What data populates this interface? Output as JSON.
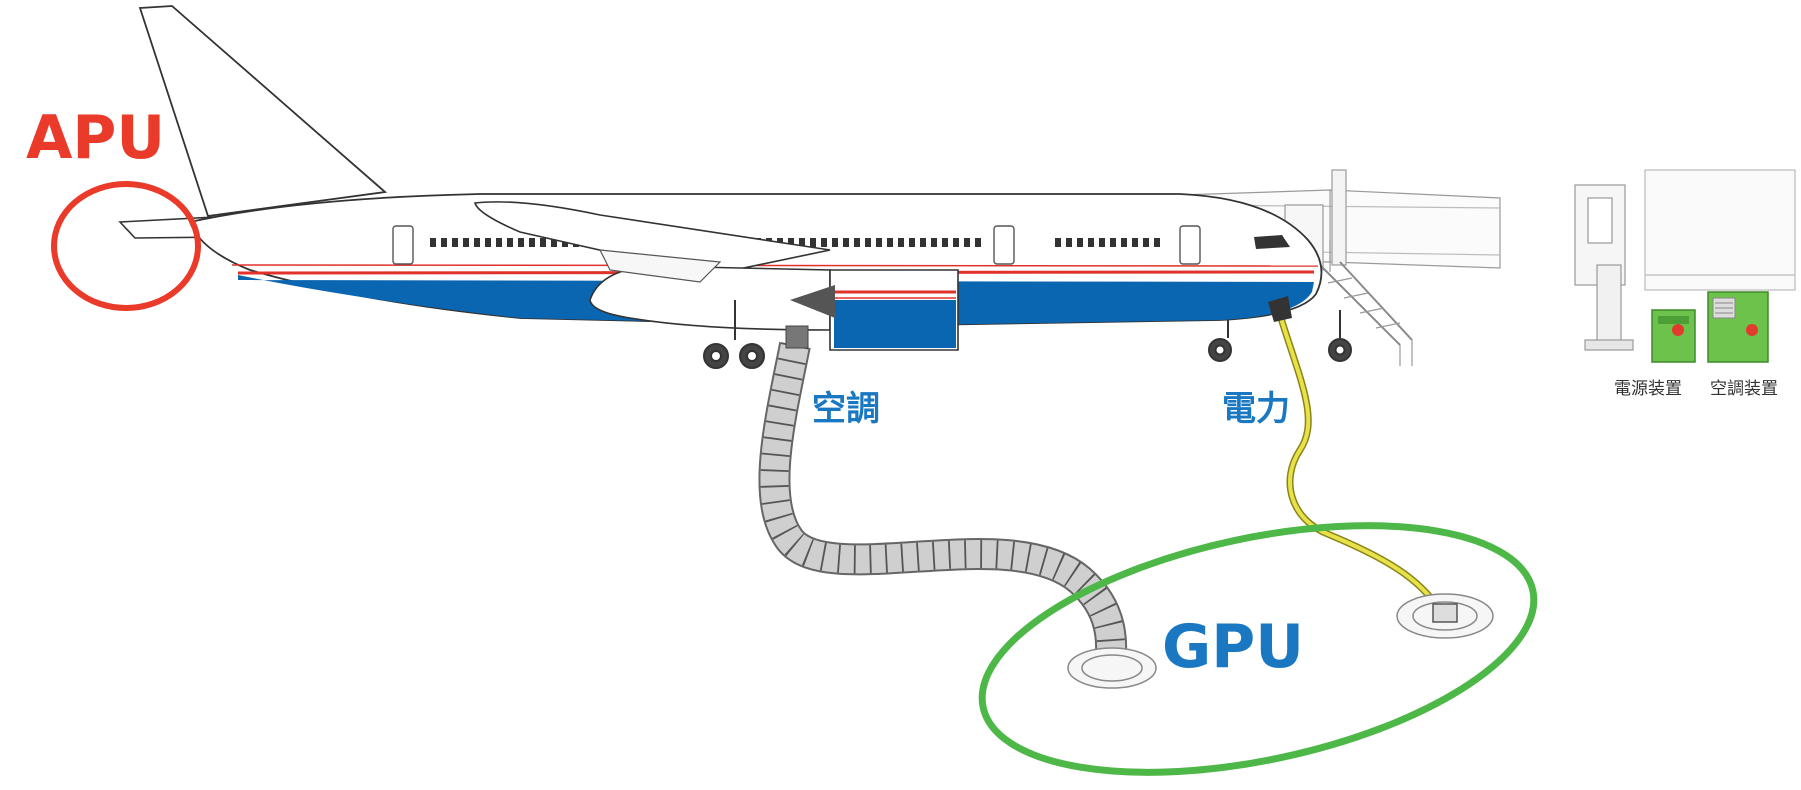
{
  "labels": {
    "apu": "APU",
    "gpu": "GPU",
    "aircon": "空調",
    "power": "電力",
    "power_unit": "電源装置",
    "aircon_unit": "空調装置"
  },
  "colors": {
    "apu_red": "#ea3a2a",
    "gpu_green": "#4db848",
    "label_blue": "#1a78c2",
    "fuselage_blue": "#0b66b2",
    "stripe_red": "#e0312b",
    "cable_yellow": "#e8e24a",
    "equipment_green": "#6cc24a"
  },
  "icons": [
    "airplane",
    "passenger-boarding-bridge",
    "air-hose",
    "power-cable",
    "power-unit",
    "aircon-unit",
    "ground-pit"
  ]
}
